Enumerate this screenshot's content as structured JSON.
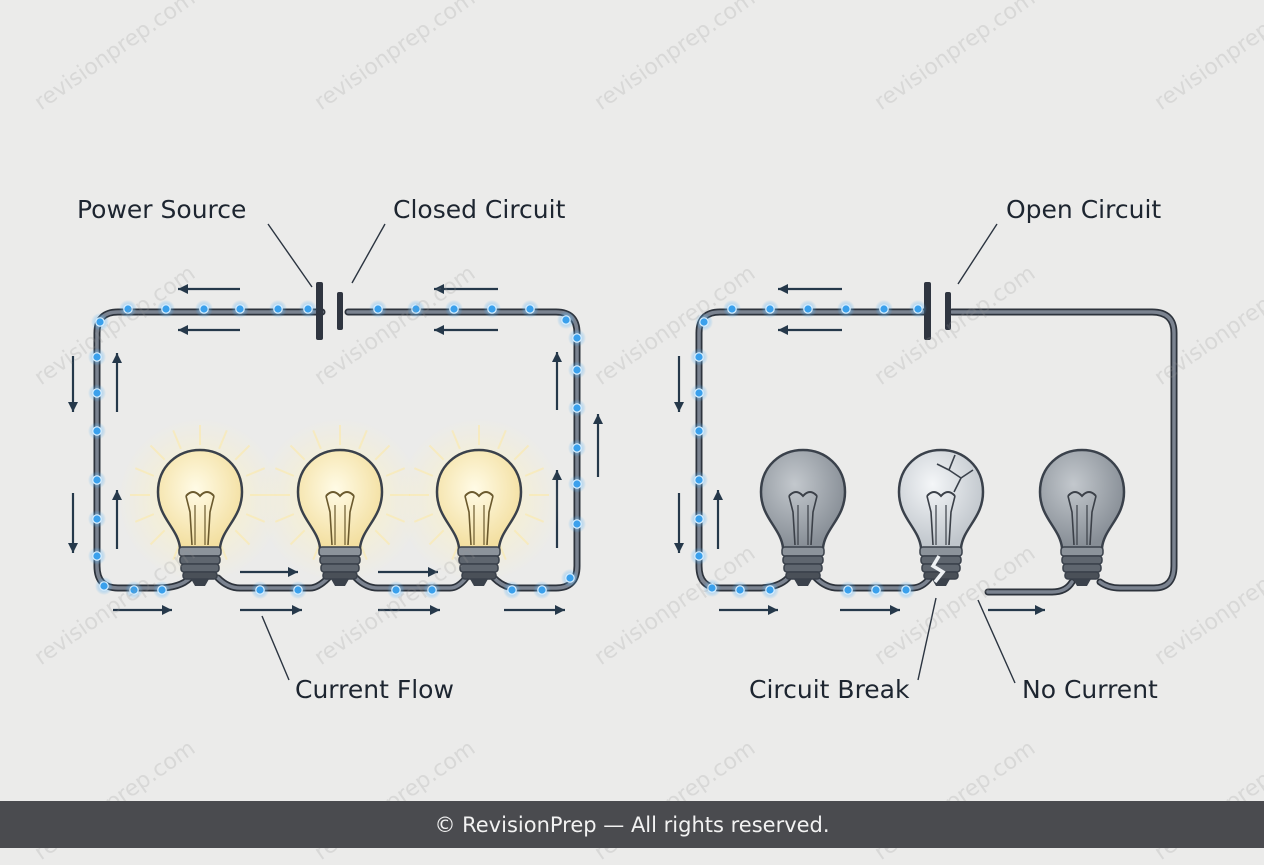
{
  "labels": {
    "power_source": "Power Source",
    "closed_circuit": "Closed Circuit",
    "open_circuit": "Open Circuit",
    "current_flow": "Current Flow",
    "circuit_break": "Circuit Break",
    "no_current": "No Current"
  },
  "footer": {
    "text": "© RevisionPrep — All rights reserved."
  },
  "watermark": {
    "text": "revisionprep.com"
  },
  "colors": {
    "wire": "#4f5663",
    "glow_dot": "#3aa0ec",
    "arrow": "#25384a",
    "bulb_lit": "#fbefc4",
    "bulb_off": "#9aa1a8",
    "background": "#ebebea",
    "footer_bg": "#4a4b4f"
  },
  "icons": [
    "battery-icon",
    "lit-bulb-icon",
    "unlit-bulb-icon",
    "broken-bulb-icon",
    "current-arrow-icon"
  ]
}
